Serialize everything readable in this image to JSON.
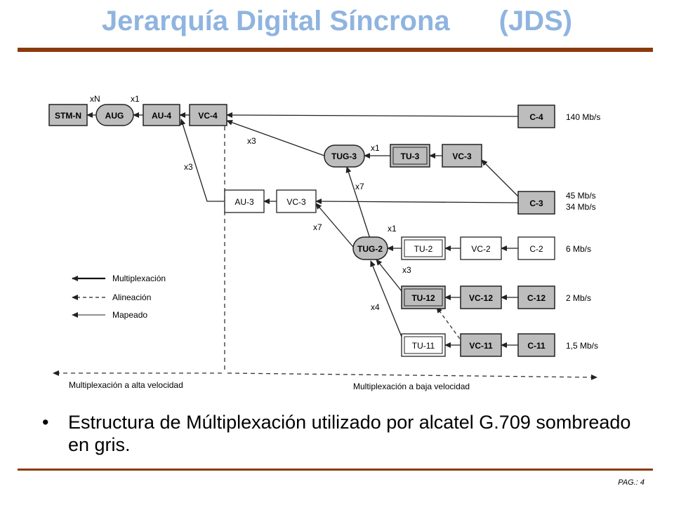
{
  "slide": {
    "title_main": "Jerarquía Digital Síncrona",
    "title_abbr": "(JDS)",
    "bullet": "Estructura de Múltiplexación utilizado por alcatel G.709 sombreado en gris.",
    "page_label": "PAG.: 4"
  },
  "diagram": {
    "nodes": {
      "stm_n": "STM-N",
      "aug": "AUG",
      "au4": "AU-4",
      "vc4": "VC-4",
      "c4": "C-4",
      "tug3": "TUG-3",
      "tu3": "TU-3",
      "vc3a": "VC-3",
      "c3": "C-3",
      "au3": "AU-3",
      "vc3b": "VC-3",
      "tug2": "TUG-2",
      "tu2": "TU-2",
      "vc2": "VC-2",
      "c2": "C-2",
      "tu12": "TU-12",
      "vc12": "VC-12",
      "c12": "C-12",
      "tu11": "TU-11",
      "vc11": "VC-11",
      "c11": "C-11"
    },
    "rates": {
      "r140": "140 Mb/s",
      "r45": "45 Mb/s",
      "r34": "34 Mb/s",
      "r6": "6 Mb/s",
      "r2": "2 Mb/s",
      "r15": "1,5 Mb/s"
    },
    "multipliers": {
      "xN": "xN",
      "x1_aug": "x1",
      "x3_vc4": "x3",
      "x3_au3": "x3",
      "x1_tug3": "x1",
      "x7_tug3": "x7",
      "x7_vc3": "x7",
      "x1_tug2": "x1",
      "x3_tug2": "x3",
      "x4_tug2": "x4"
    },
    "legend": {
      "multiplexing": "Multiplexación",
      "alignment": "Alineación",
      "mapping": "Mapeado"
    },
    "bottom": {
      "high_speed": "Multiplexación a alta velocidad",
      "low_speed": "Multiplexación a baja velocidad"
    },
    "colors": {
      "shaded": "#bdbdbd",
      "title": "#8fb4e0",
      "rule": "#8b3a0e"
    }
  }
}
